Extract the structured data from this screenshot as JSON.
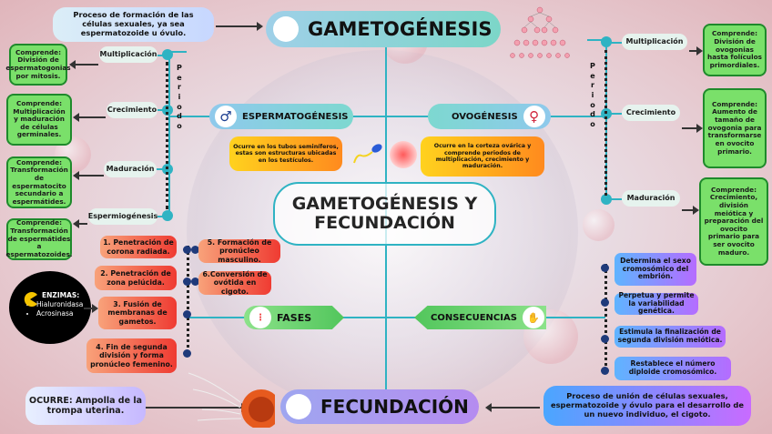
{
  "titles": {
    "main": "GAMETOGÉNESIS",
    "center_line1": "GAMETOGÉNESIS Y",
    "center_line2": "FECUNDACIÓN",
    "espermatogenesis": "ESPERMATOGÉNESIS",
    "ovogenesis": "OVOGÉNESIS",
    "fases": "FASES",
    "consecuencias": "CONSECUENCIAS",
    "fecundacion": "FECUNDACIÓN"
  },
  "symbols": {
    "male": "♂",
    "female": "♀"
  },
  "definition_gametogenesis": "Proceso de formación de las células sexuales, ya sea espermatozoide u óvulo.",
  "definition_fecundacion": "Proceso de unión de células sexuales, espermatozoide y óvulo para el desarrollo de un nuevo individuo, el cigoto.",
  "periodo_label": "P\ne\nr\ni\no\nd\no",
  "espermatogenesis": {
    "occurs": "Ocurre en los tubos seminíferos, estas son estructuras ubicadas en los testículos.",
    "periods": [
      "Multiplicación",
      "Crecimiento",
      "Maduración",
      "Espermiogénesis"
    ],
    "descriptions": [
      "Comprende: División de espermatogonias por mitosis.",
      "Comprende: Multiplicación y maduración de células germinales.",
      "Comprende: Transformación de espermatocito secundario a espermátides.",
      "Comprende: Transformación de espermátides a espermatozoides."
    ]
  },
  "ovogenesis": {
    "occurs": "Ocurre en la corteza ovárica y comprende periodos de multiplicación, crecimiento y maduración.",
    "periods": [
      "Multiplicación",
      "Crecimiento",
      "Maduración"
    ],
    "descriptions": [
      "Comprende: División de ovogonias hasta folículos primordiales.",
      "Comprende: Aumento de tamaño de ovogonia para transformarse en ovocito primario.",
      "Comprende: Crecimiento, división meiótica y preparación del ovocito primario para ser ovocito maduro."
    ]
  },
  "fases": {
    "left": [
      "1. Penetración de corona radiada.",
      "2. Penetración de zona pelúcida.",
      "3. Fusión de membranas de gametos.",
      "4. Fin de segunda división y forma pronúcleo femenino."
    ],
    "right": [
      "5. Formación de pronúcleo masculino.",
      "6.Conversión de ovótida en cigoto."
    ]
  },
  "consecuencias": [
    "Determina el sexo cromosómico del embrión.",
    "Perpetua y permite la variabilidad genética.",
    "Estimula la finalización de segunda división meiótica.",
    "Restablece el número diploide cromosómico."
  ],
  "enzimas": {
    "title": "ENZIMAS:",
    "items": [
      "Hialuronidasa",
      "Acrosinasa"
    ]
  },
  "ocurre_fecundacion": "OCURRE: Ampolla de la trompa uterina.",
  "colors": {
    "teal": "#2fb3c3",
    "green_box": "#7ae06a",
    "red_box": "#ef3b32",
    "blue_box": "#5fb4ff",
    "purple_box": "#b56cff",
    "orange_box": "#ffa21e"
  }
}
